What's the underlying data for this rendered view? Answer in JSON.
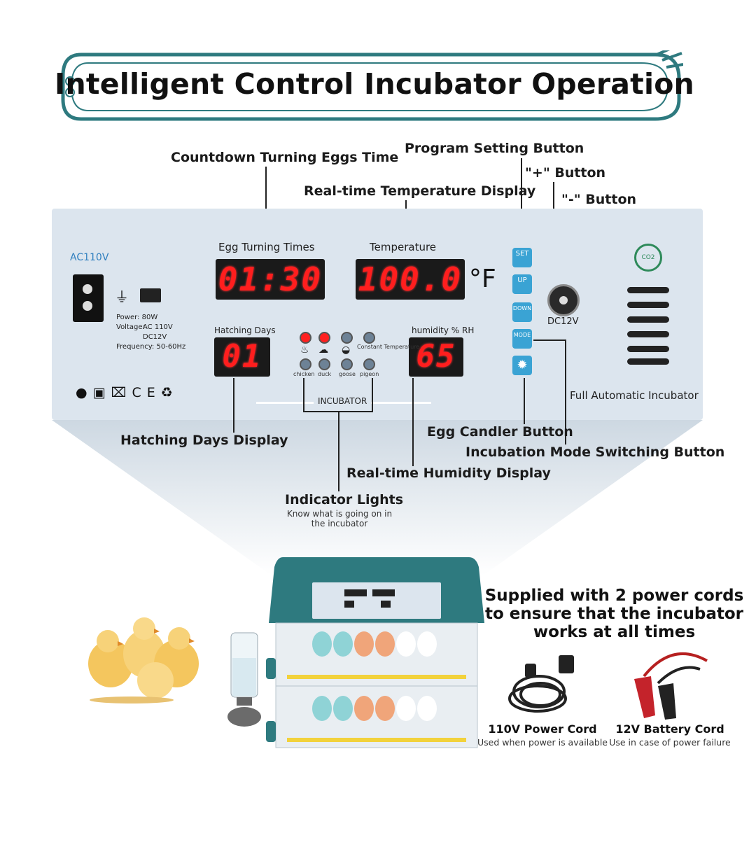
{
  "title": "Intelligent Control Incubator Operation",
  "callouts": {
    "countdown": "Countdown Turning Eggs Time",
    "program_setting": "Program Setting Button",
    "plus_button": "\"+\" Button",
    "realtime_temp": "Real-time Temperature Display",
    "minus_button": "\"-\" Button",
    "hatching_days": "Hatching Days Display",
    "egg_candler": "Egg Candler Button",
    "mode_switch": "Incubation Mode Switching Button",
    "realtime_humidity": "Real-time Humidity Display",
    "indicator_lights": "Indicator Lights",
    "indicator_sub1": "Know what is going on in",
    "indicator_sub2": "the incubator"
  },
  "panel": {
    "ac_label": "AC110V",
    "power": "Power: 80W",
    "voltage_label": "Voltage:",
    "voltage_ac": "AC 110V",
    "voltage_dc": "DC12V",
    "frequency": "Frequency: 50-60Hz",
    "ce_mark": "CE",
    "egg_turning_label": "Egg Turning Times",
    "egg_turning_value": "01:30",
    "temperature_label": "Temperature",
    "temperature_value": "100.0",
    "temperature_unit": "°F",
    "hatching_label": "Hatching Days",
    "hatching_value": "01",
    "humidity_label": "humidity % RH",
    "humidity_value": "65",
    "constant_temp": "Constant Temperature",
    "led_labels": [
      "chicken",
      "duck",
      "goose",
      "pigeon"
    ],
    "incubator_label": "INCUBATOR",
    "set_label": "SET",
    "up_label": "UP",
    "down_label": "DOWN",
    "mode_label": "MODE",
    "dc12v": "DC12V",
    "co2": "CO2",
    "full_auto": "Full Automatic Incubator"
  },
  "supplied": {
    "line1": "Supplied with 2 power cords",
    "line2": "to ensure that the incubator",
    "line3": "works at all times"
  },
  "cords": [
    {
      "title": "110V Power Cord",
      "sub": "Used when power is available"
    },
    {
      "title": "12V Battery Cord",
      "sub": "Use in case of power failure"
    }
  ],
  "colors": {
    "teal": "#2e7a7f",
    "panel": "#dce5ee",
    "digits": "#ff1e1e",
    "button": "#3aa3d4"
  }
}
